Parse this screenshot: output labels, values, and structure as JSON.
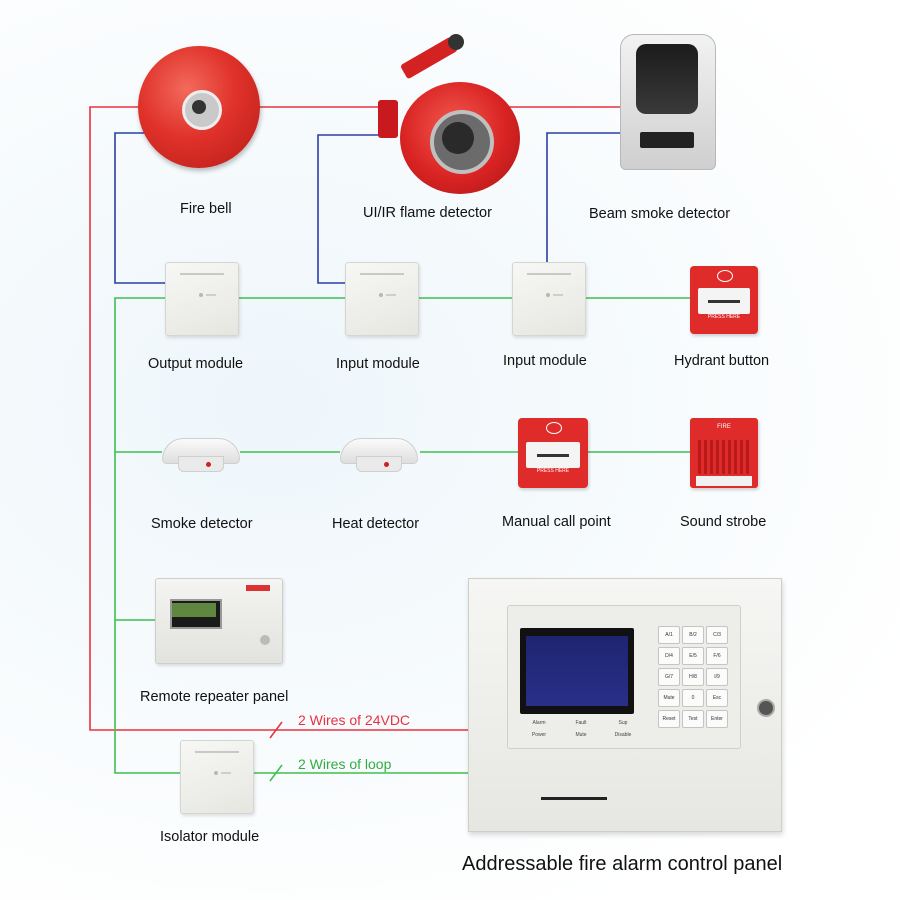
{
  "colors": {
    "power_wire": "#e8333f",
    "loop_wire": "#3fbf4f",
    "signal_wire": "#2b3fa8",
    "device_red": "#e02b2b"
  },
  "devices": {
    "fire_bell": "Fire bell",
    "flame_detector": "UI/IR flame detector",
    "beam_detector": "Beam smoke detector",
    "output_module": "Output module",
    "input_module_1": "Input module",
    "input_module_2": "Input module",
    "hydrant_button": "Hydrant button",
    "smoke_detector": "Smoke detector",
    "heat_detector": "Heat detector",
    "manual_call_point": "Manual call point",
    "sound_strobe": "Sound strobe",
    "remote_repeater": "Remote repeater panel",
    "isolator_module": "Isolator module"
  },
  "device_text": {
    "press_here": "PRESS HERE",
    "fire": "FIRE"
  },
  "wires": {
    "power": "2 Wires of 24VDC",
    "loop": "2 Wires of loop"
  },
  "panel": {
    "title": "Addressable fire alarm control panel",
    "keys": [
      "A/1",
      "B/2",
      "C/3",
      "D/4",
      "E/5",
      "F/6",
      "G/7",
      "H/8",
      "I/9",
      "Mute",
      "0",
      "Esc",
      "Reset",
      "Test",
      "Enter"
    ],
    "func_keys": [
      "Alarm",
      "Fault",
      "Sup",
      "Power",
      "Mute",
      "Disable"
    ]
  }
}
